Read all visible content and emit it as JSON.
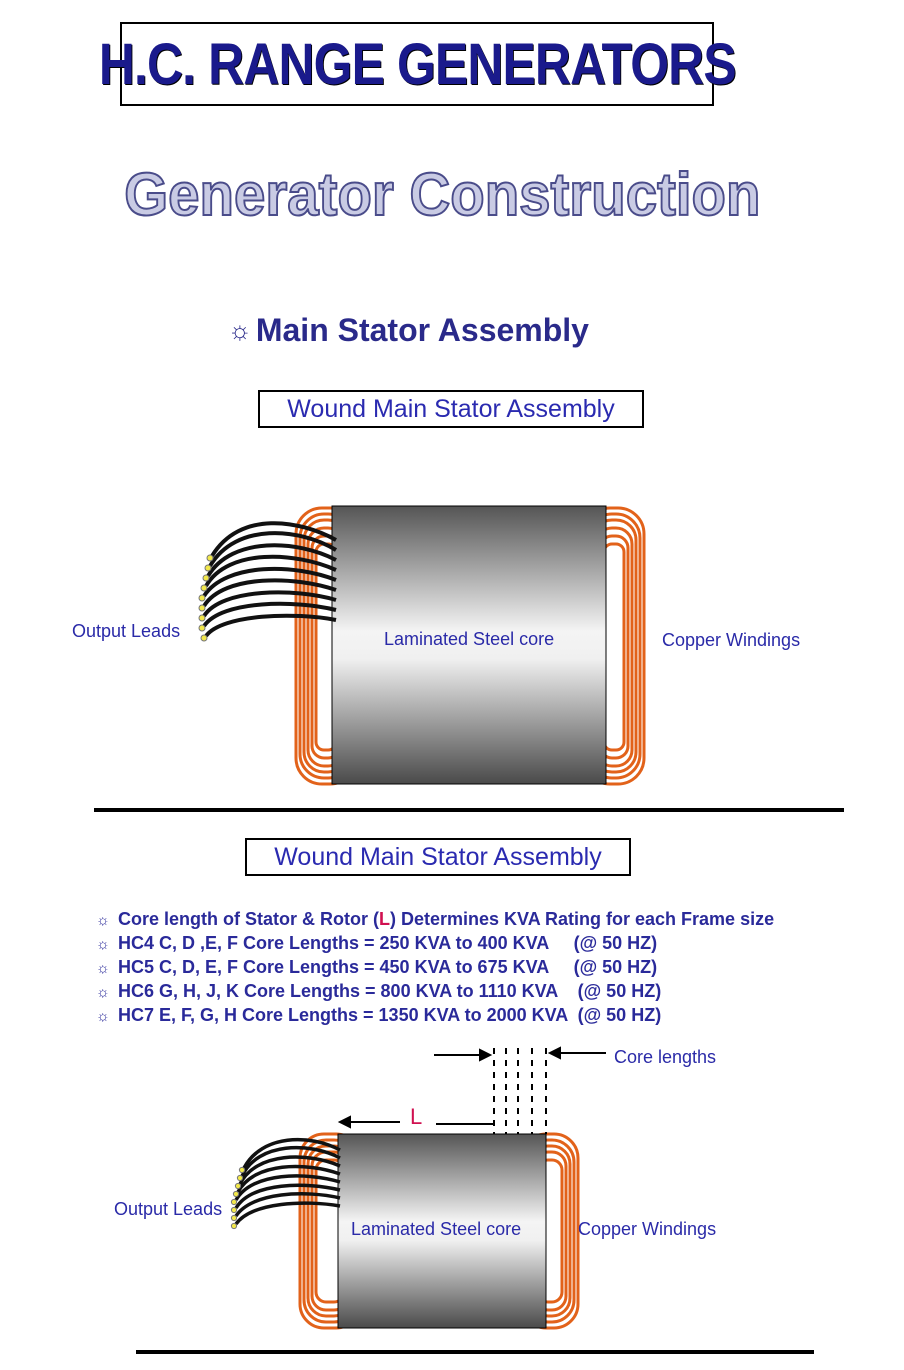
{
  "header": {
    "title": "H.C. RANGE GENERATORS",
    "subtitle": "Generator Construction"
  },
  "section": {
    "icon": "sun-bullet-icon",
    "title": "Main Stator Assembly"
  },
  "diagram1": {
    "caption": "Wound Main Stator Assembly",
    "labels": {
      "output_leads": "Output Leads",
      "core": "Laminated Steel core",
      "windings": "Copper Windings"
    }
  },
  "diagram2": {
    "caption": "Wound Main Stator Assembly",
    "bullets": [
      {
        "pre": "Core length of Stator & Rotor (",
        "highlight": "L",
        "post": ") Determines KVA Rating for each Frame size"
      },
      {
        "pre": "HC4 C, D ,E, F Core Lengths = 250 KVA to 400 KVA     (@ 50 HZ)",
        "highlight": "",
        "post": ""
      },
      {
        "pre": "HC5 C, D, E, F Core Lengths = 450 KVA to 675 KVA     (@ 50 HZ)",
        "highlight": "",
        "post": ""
      },
      {
        "pre": "HC6 G, H, J, K Core Lengths = 800 KVA to 1110 KVA    (@ 50 HZ)",
        "highlight": "",
        "post": ""
      },
      {
        "pre": "HC7 E, F, G, H Core Lengths = 1350 KVA to 2000 KVA  (@ 50 HZ)",
        "highlight": "",
        "post": ""
      }
    ],
    "labels": {
      "core_lengths": "Core lengths",
      "length_symbol": "L",
      "output_leads": "Output Leads",
      "core": "Laminated Steel core",
      "windings": "Copper Windings"
    }
  },
  "colors": {
    "title_blue": "#1a1a8c",
    "label_blue": "#2a2aa8",
    "copper": "#e2621a",
    "highlight_red": "#d01050"
  }
}
